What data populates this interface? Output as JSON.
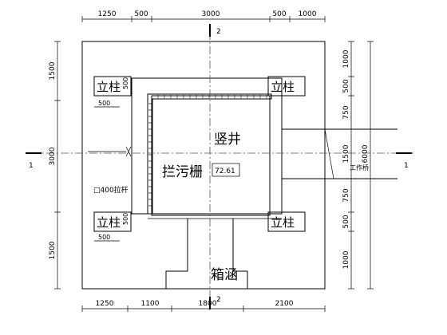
{
  "top_dims": [
    "1250",
    "500",
    "3000",
    "500",
    "1000"
  ],
  "bottom_dims": [
    "1250",
    "1100",
    "1800",
    "2100"
  ],
  "left_dims": [
    "1500",
    "3000",
    "1500"
  ],
  "right_dims": [
    "1000",
    "500",
    "750",
    "1500",
    "750",
    "500",
    "1000"
  ],
  "right_total": "6000",
  "section_markers": {
    "top": "2",
    "bottom": "2",
    "left": "1",
    "right": "1"
  },
  "labels": {
    "column": "立柱",
    "shaft": "竖井",
    "trash_rack": "拦污栅",
    "elevation": "72.61",
    "gate": "□400拉杆",
    "bridge": "工作桥",
    "culvert": "箱涵"
  },
  "column_dims": {
    "w": "500",
    "h": "500"
  }
}
